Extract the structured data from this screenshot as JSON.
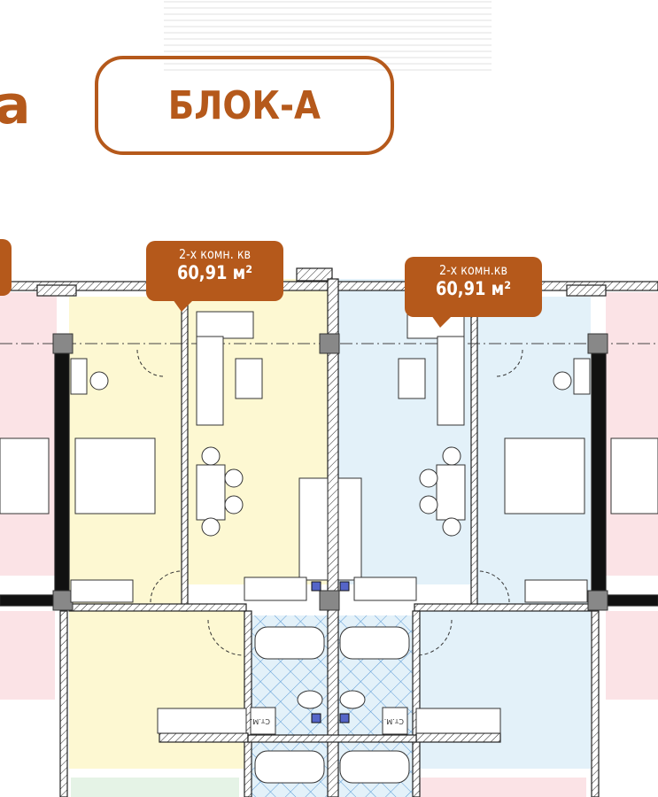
{
  "header": {
    "brand_partial": "а",
    "block_title": "БЛОК-А"
  },
  "units": [
    {
      "type": "2-х комн. кв",
      "area": "60,91 м²",
      "color": "#fdf8d2"
    },
    {
      "type": "2-х комн.кв",
      "area": "60,91 м²",
      "color": "#e3f1f9"
    }
  ],
  "fixtures": {
    "shaft_label_left": "Ст.М.",
    "shaft_label_right": "Ст.М."
  },
  "colors": {
    "accent": "#b5591b",
    "neighbor_pink": "#fbe3e6",
    "bath_tile": "#e3f1f9",
    "green": "#e5f3e6"
  }
}
